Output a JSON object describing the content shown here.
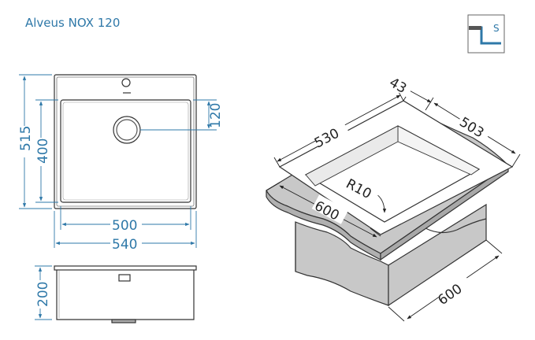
{
  "title": "Alveus NOX 120",
  "badge": {
    "letter": "S",
    "icon": "drain-siphon-icon"
  },
  "colors": {
    "dimension": "#2e78a8",
    "outline": "#333333",
    "fill": "#c8c8c8"
  },
  "top_view": {
    "outer_height": "515",
    "bowl_height": "400",
    "drain_offset": "120",
    "bowl_width": "500",
    "outer_width": "540"
  },
  "side_view": {
    "depth": "200"
  },
  "iso_view": {
    "rim": "43",
    "width": "530",
    "depth": "503",
    "radius": "R10",
    "cabinet_front": "600",
    "cabinet_side": "600"
  }
}
